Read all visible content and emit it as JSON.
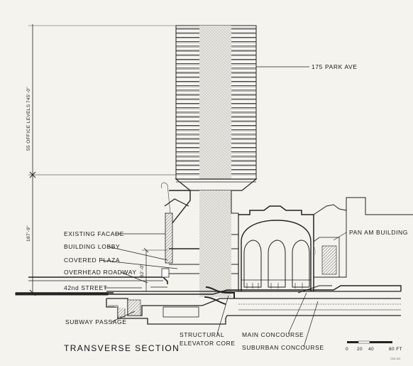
{
  "title": "TRANSVERSE SECTION",
  "labels": {
    "tower": "175 PARK AVE",
    "pan_am": "PAN AM BUILDING",
    "existing_facade": "EXISTING FACADE",
    "building_lobby": "BUILDING LOBBY",
    "covered_plaza": "COVERED PLAZA",
    "overhead_roadway": "OVERHEAD ROADWAY",
    "street": "42nd  STREET",
    "subway_passage": "SUBWAY PASSAGE",
    "structural_core_1": "STRUCTURAL",
    "structural_core_2": "ELEVATOR CORE",
    "main_concourse": "MAIN CONCOURSE",
    "suburban_concourse": "SUBURBAN CONCOURSE"
  },
  "dimensions": {
    "office_levels": "55 OFFICE LEVELS",
    "tower_height": "745'-0\"",
    "base_height": "187'-9\"",
    "plaza_height": "62'-0\""
  },
  "scale_bar": {
    "ticks": [
      "0",
      "20",
      "40",
      "80 FT"
    ]
  },
  "sheet_number": "CAS-103"
}
